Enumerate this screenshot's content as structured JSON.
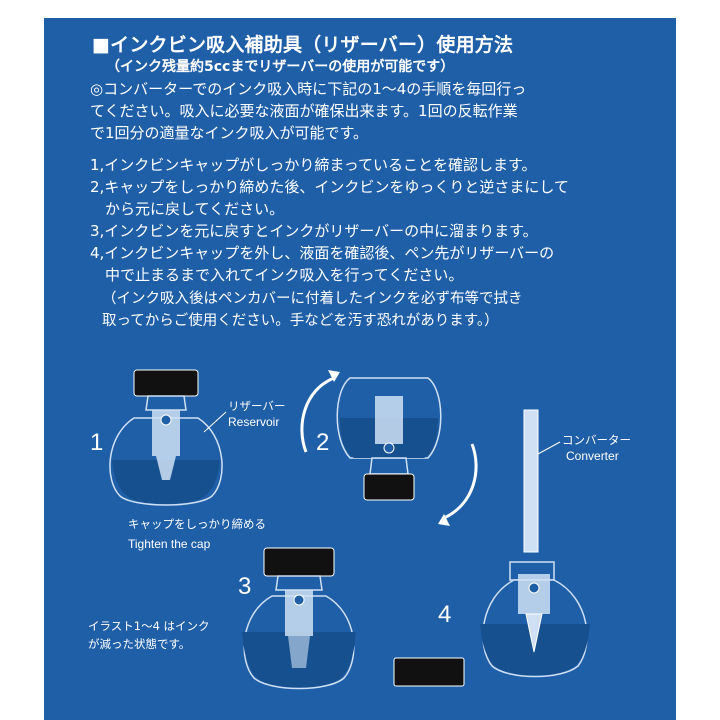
{
  "header": {
    "title": "■インクビン吸入補助具（リザーバー）使用方法",
    "subtitle": "（インク残量約5ccまでリザーバーの使用が可能です）"
  },
  "intro": {
    "line1": "◎コンバーターでのインク吸入時に下記の1～4の手順を毎回行っ",
    "line2": "てください。吸入に必要な液面が確保出来ます。1回の反転作業",
    "line3": "で1回分の適量なインク吸入が可能です。"
  },
  "steps": [
    {
      "text": "1,インクビンキャップがしっかり締まっていることを確認します。"
    },
    {
      "text": "2,キャップをしっかり締めた後、インクビンをゆっくりと逆さまにして"
    },
    {
      "text": "　から元に戻してください。"
    },
    {
      "text": "3,インクビンを元に戻すとインクがリザーバーの中に溜まります。"
    },
    {
      "text": "4,インクビンキャップを外し、液面を確認後、ペン先がリザーバーの"
    },
    {
      "text": "　中で止まるまで入れてインク吸入を行ってください。"
    }
  ],
  "note": {
    "line1": "（インク吸入後はペンカバーに付着したインクを必ず布等で拭き",
    "line2": "取ってからご使用ください。手などを汚す恐れがあります。）"
  },
  "illustration": {
    "step1_number": "1",
    "step2_number": "2",
    "step3_number": "3",
    "step4_number": "4",
    "reservoir_jp": "リザーバー",
    "reservoir_en": "Reservoir",
    "converter_jp": "コンバーター",
    "converter_en": "Converter",
    "tighten_jp": "キャップをしっかり締める",
    "tighten_en": "Tighten the cap",
    "caption_line1": "イラスト1～4 はインク",
    "caption_line2": "が減った状態です。"
  },
  "colors": {
    "background": "#1f5fa8",
    "ink_dark": "#1a4f92",
    "cap": "#111111",
    "text": "#ffffff"
  }
}
